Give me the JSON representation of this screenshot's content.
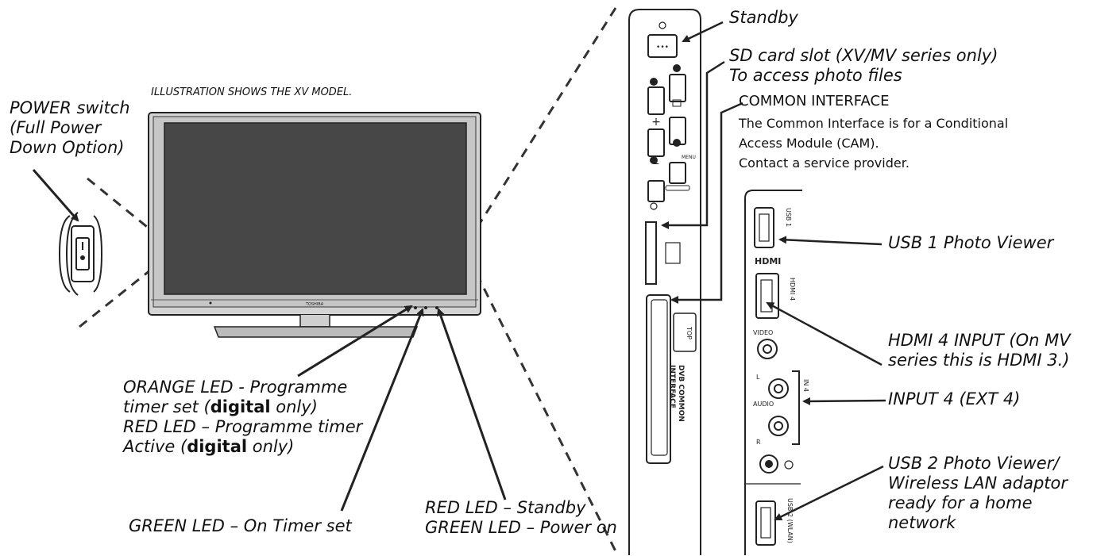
{
  "header": {
    "illustration_note": "ILLUSTRATION SHOWS THE XV MODEL."
  },
  "labels": {
    "power_switch": [
      "POWER switch",
      "(Full Power",
      "Down Option)"
    ],
    "standby": "Standby",
    "sd_card": [
      "SD card slot (XV/MV series only)",
      "To access photo files"
    ],
    "common_interface_title": "COMMON INTERFACE",
    "common_interface_desc": [
      "The Common Interface is for a Conditional",
      "Access Module (CAM).",
      "Contact a service provider."
    ],
    "usb1": "USB 1 Photo Viewer",
    "hdmi4": [
      "HDMI 4 INPUT (On MV",
      "series this is HDMI 3.)"
    ],
    "input4": "INPUT 4 (EXT 4)",
    "usb2": [
      "USB 2 Photo Viewer/",
      "Wireless LAN adaptor",
      "ready for a home",
      "network"
    ],
    "orange_led": {
      "line1": "ORANGE LED - Programme",
      "line2_pre": "timer set (",
      "line2_bold": "digital",
      "line2_post": " only)",
      "line3": "RED LED – Programme timer",
      "line4_pre": "Active (",
      "line4_bold": "digital",
      "line4_post": " only)"
    },
    "green_timer": "GREEN LED – On Timer set",
    "red_green_led": [
      "RED LED – Standby",
      "GREEN LED – Power on"
    ]
  },
  "panel_markings": {
    "hdmi": "HDMI",
    "video": "VIDEO",
    "audio": "AUDIO",
    "l": "L",
    "r": "R",
    "menu": "MENU",
    "usb1_side": "USB 1",
    "hdmi_side": "HDMI 4",
    "in_side": "IN 4",
    "usb2_side": "USB 2 (WLAN)",
    "dvb": [
      "DVB COMMON",
      "INTERFACE"
    ],
    "top": "TOP",
    "brand": "TOSHIBA"
  },
  "colors": {
    "line": "#222222",
    "screen": "#4a4a4a",
    "bezel": "#cfcfcf"
  }
}
